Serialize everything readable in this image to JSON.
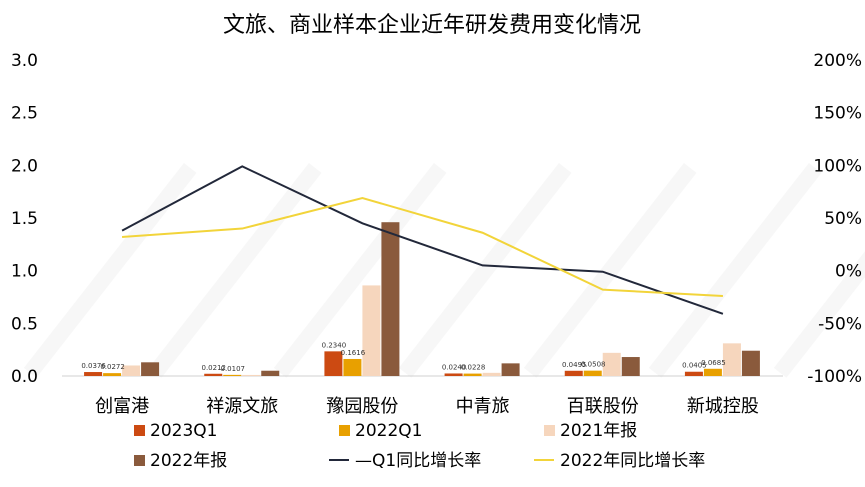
{
  "chart_data": {
    "type": "bar",
    "title": "文旅、商业样本企业近年研发费用变化情况",
    "categories": [
      "创富港",
      "祥源文旅",
      "豫园股份",
      "中青旅",
      "百联股份",
      "新城控股"
    ],
    "ylim": [
      0,
      3.0
    ],
    "y2lim": [
      -100,
      200
    ],
    "yticks": [
      "0.0",
      "0.5",
      "1.0",
      "1.5",
      "2.0",
      "2.5",
      "3.0"
    ],
    "y2ticks": [
      "-100%",
      "-50%",
      "0%",
      "50%",
      "100%",
      "150%",
      "200%"
    ],
    "bar_series": [
      {
        "name": "2023Q1",
        "color": "#cc4a12",
        "values": [
          0.0376,
          0.0212,
          0.234,
          0.024,
          0.0495,
          0.0405
        ],
        "labels": [
          "0.0376",
          "0.0212",
          "0.2340",
          "0.0240",
          "0.0495",
          "0.0405"
        ]
      },
      {
        "name": "2022Q1",
        "color": "#e8a000",
        "values": [
          0.0272,
          0.0107,
          0.1616,
          0.0228,
          0.0508,
          0.0685
        ],
        "labels": [
          "0.0272",
          "0.0107",
          "0.1616",
          "0.0228",
          "0.0508",
          "0.0685"
        ]
      },
      {
        "name": "2021年报",
        "color": "#f6d6bd",
        "values": [
          0.1,
          0.01,
          0.86,
          0.03,
          0.22,
          0.31
        ],
        "labels": []
      },
      {
        "name": "2022年报",
        "color": "#8a5a3c",
        "values": [
          0.13,
          0.05,
          1.46,
          0.12,
          0.18,
          0.24
        ],
        "labels": []
      }
    ],
    "line_series": [
      {
        "name": "Q1同比增长率",
        "color": "#22283a",
        "axis": "right",
        "values": [
          38,
          99,
          45,
          5,
          -1,
          -41
        ]
      },
      {
        "name": "2022年同比增长率",
        "color": "#f2d43a",
        "axis": "right",
        "values": [
          32,
          40,
          69,
          36,
          -18,
          -24
        ]
      }
    ],
    "legend": [
      {
        "name": "2023Q1",
        "kind": "bar",
        "color": "#cc4a12"
      },
      {
        "name": "2022Q1",
        "kind": "bar",
        "color": "#e8a000"
      },
      {
        "name": "2021年报",
        "kind": "bar",
        "color": "#f6d6bd"
      },
      {
        "name": "2022年报",
        "kind": "bar",
        "color": "#8a5a3c"
      },
      {
        "name": "—Q1同比增长率",
        "kind": "line",
        "color": "#22283a"
      },
      {
        "name": "2022年同比增长率",
        "kind": "line",
        "color": "#f2d43a"
      }
    ],
    "legend_position": "bottom",
    "grid": false
  }
}
